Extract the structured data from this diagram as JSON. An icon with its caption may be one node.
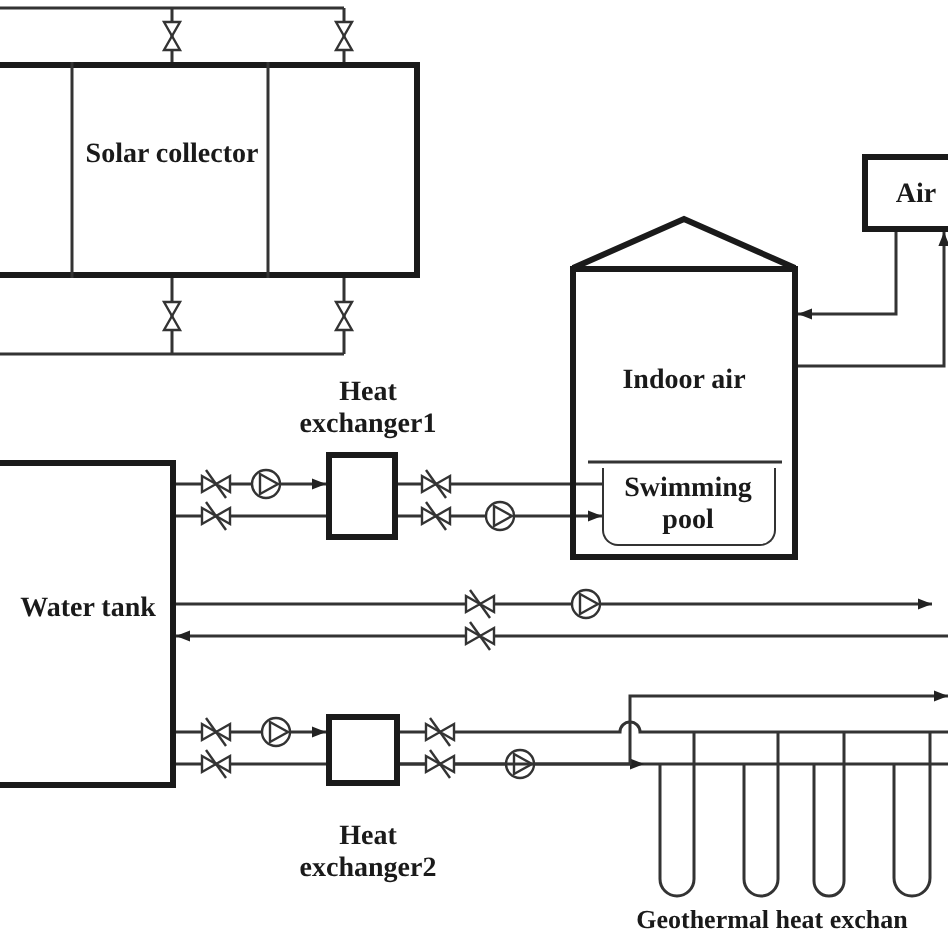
{
  "diagram": {
    "nodes": [
      {
        "text": [
          "Solar collector"
        ]
      },
      {
        "text": [
          "Air"
        ]
      },
      {
        "text": [
          "Indoor air"
        ]
      },
      {
        "text": [
          "Swimming pool"
        ],
        "in": 2
      },
      {
        "text": [
          "Heat exchanger1"
        ]
      },
      {
        "text": [
          "Water tank"
        ]
      },
      {
        "text": [
          "Heat exchanger2"
        ]
      },
      {
        "text": [
          "Geothermal heat exchan"
        ]
      }
    ],
    "edges": [
      {
        "from": null,
        "to": 0,
        "arrow": "none"
      },
      {
        "from": null,
        "to": 0,
        "arrow": "none"
      },
      {
        "from": 1,
        "to": 2,
        "arrow": "to"
      },
      {
        "from": 2,
        "to": 1,
        "arrow": "to"
      },
      {
        "from": 5,
        "to": 4,
        "arrow": "to"
      },
      {
        "from": 4,
        "to": 5,
        "arrow": "none"
      },
      {
        "from": 4,
        "to": 3,
        "arrow": "none"
      },
      {
        "from": 4,
        "to": 3,
        "arrow": "to"
      },
      {
        "from": 5,
        "to": null,
        "arrow": "to"
      },
      {
        "from": null,
        "to": 5,
        "arrow": "to"
      },
      {
        "from": 5,
        "to": 6,
        "arrow": "to"
      },
      {
        "from": 6,
        "to": 5,
        "arrow": "none"
      },
      {
        "from": 6,
        "to": 7,
        "arrow": "none"
      },
      {
        "from": 6,
        "to": 7,
        "arrow": "to"
      },
      {
        "from": 6,
        "to": 7,
        "arrow": "to"
      }
    ]
  }
}
